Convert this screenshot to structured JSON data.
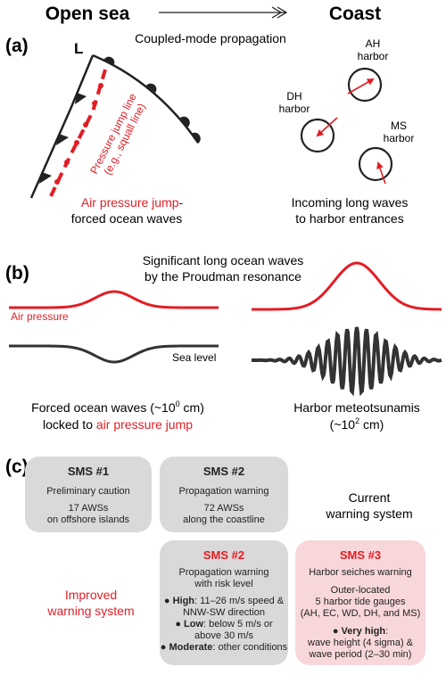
{
  "header": {
    "left": "Open sea",
    "right": "Coast"
  },
  "panel_a": {
    "label": "(a)",
    "low_label": "L",
    "title": "Coupled-mode propagation",
    "jump_line_1": "Pressure jump line",
    "jump_line_2": "(e.g., squall line)",
    "forced_1_red": "Air pressure jump",
    "forced_1_black": "-",
    "forced_2": "forced ocean waves",
    "harbors": [
      {
        "name_1": "AH",
        "name_2": "harbor"
      },
      {
        "name_1": "DH",
        "name_2": "harbor"
      },
      {
        "name_1": "MS",
        "name_2": "harbor"
      }
    ],
    "incoming_1": "Incoming long waves",
    "incoming_2": "to harbor entrances"
  },
  "panel_b": {
    "label": "(b)",
    "title_1": "Significant long ocean waves",
    "title_2": "by the Proudman resonance",
    "air_pressure": "Air pressure",
    "sea_level": "Sea level",
    "forced_1": "Forced ocean waves (~10",
    "forced_1_sup": "0",
    "forced_1_end": " cm)",
    "forced_2_black": "locked to ",
    "forced_2_red": "air pressure jump",
    "meteo_1": "Harbor meteotsunamis",
    "meteo_2": "(~10",
    "meteo_2_sup": "2",
    "meteo_2_end": " cm)"
  },
  "panel_c": {
    "label": "(c)",
    "current_1": "Current",
    "current_2": "warning system",
    "improved_1": "Improved",
    "improved_2": "warning system",
    "sms1": {
      "title": "SMS #1",
      "line1": "Preliminary caution",
      "line2": "17 AWSs",
      "line3": "on offshore islands"
    },
    "sms2": {
      "title": "SMS #2",
      "line1": "Propagation warning",
      "line2": "72 AWSs",
      "line3": "along the coastline"
    },
    "sms2b": {
      "title": "SMS #2",
      "line1": "Propagation warning",
      "line2": "with risk level",
      "b1_bold": "High",
      "b1_rest": ": 11–26 m/s speed &",
      "b1_rest2": "NNW-SW direction",
      "b2_bold": "Low",
      "b2_rest": ": below 5 m/s or",
      "b2_rest2": "above 30 m/s",
      "b3_bold": "Moderate",
      "b3_rest": ": other conditions"
    },
    "sms3": {
      "title": "SMS #3",
      "line1": "Harbor seiches warning",
      "line2": "Outer-located",
      "line3": "5 harbor tide gauges",
      "line4": "(AH, EC, WD, DH, and MS)",
      "b_bold": "Very high",
      "b_rest": ":",
      "line5": "wave height (4 sigma) &",
      "line6": "wave period (2–30 min)"
    }
  },
  "colors": {
    "red": "#e31d25",
    "black": "#222222",
    "gray_box": "#d9d9d9",
    "pink_box": "#f8d7da"
  }
}
